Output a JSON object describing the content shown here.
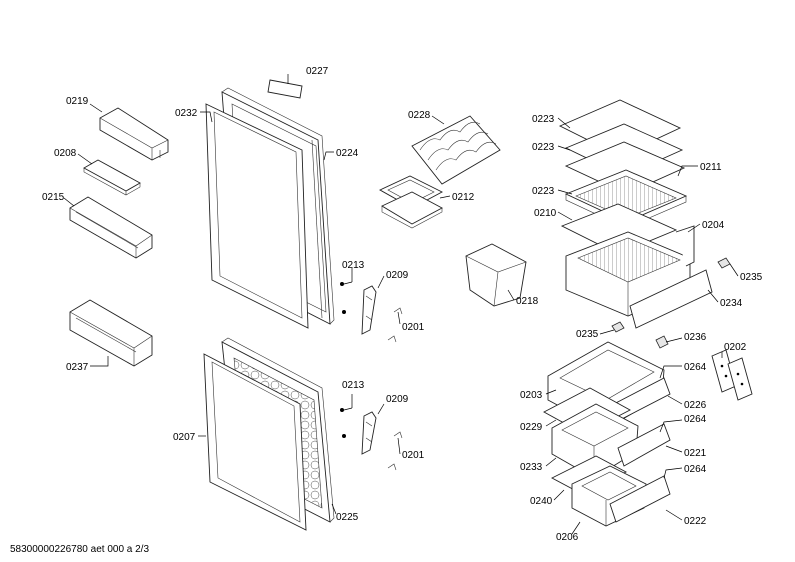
{
  "labels": {
    "l0219": "0219",
    "l0208": "0208",
    "l0215": "0215",
    "l0237": "0237",
    "l0232": "0232",
    "l0227": "0227",
    "l0224": "0224",
    "l0207": "0207",
    "l0213a": "0213",
    "l0209a": "0209",
    "l0201a": "0201",
    "l0213b": "0213",
    "l0209b": "0209",
    "l0201b": "0201",
    "l0225": "0225",
    "l0228": "0228",
    "l0212": "0212",
    "l0218": "0218",
    "l0223a": "0223",
    "l0223b": "0223",
    "l0223c": "0223",
    "l0211": "0211",
    "l0210": "0210",
    "l0204": "0204",
    "l0235a": "0235",
    "l0234": "0234",
    "l0235b": "0235",
    "l0236": "0236",
    "l0202": "0202",
    "l0203": "0203",
    "l0264a": "0264",
    "l0226": "0226",
    "l0229": "0229",
    "l0264b": "0264",
    "l0233": "0233",
    "l0221": "0221",
    "l0264c": "0264",
    "l0240": "0240",
    "l0206": "0206",
    "l0222": "0222"
  },
  "footer": "58300000226780 aet 000 a 2/3"
}
